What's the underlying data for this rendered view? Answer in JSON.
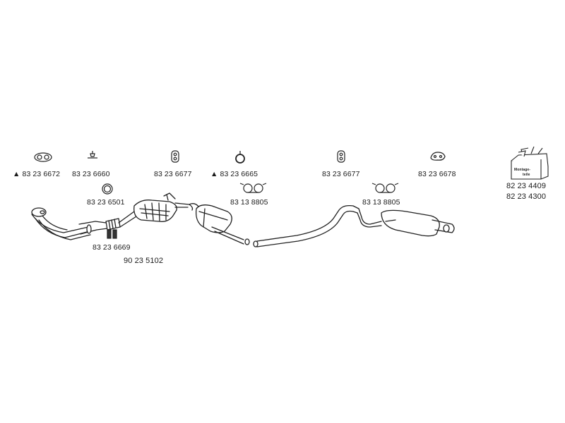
{
  "parts": {
    "gasket_top": {
      "number": "83 23 6672",
      "warning": "▲"
    },
    "bolt_top": {
      "number": "83 23 6660"
    },
    "hanger_a": {
      "number": "83 23 6677"
    },
    "ring_hanger": {
      "number": "83 23 6665",
      "warning": "▲"
    },
    "hanger_b": {
      "number": "83 23 6677"
    },
    "rubber_pad": {
      "number": "83 23 6678"
    },
    "seal_ring": {
      "number": "83 23 6501"
    },
    "clamp_a": {
      "number": "83 13 8805"
    },
    "clamp_b": {
      "number": "83 13 8805"
    },
    "bushings": {
      "number": "83 23 6669"
    },
    "exhaust_system": {
      "number": "90 23 5102"
    },
    "mounting_kit": {
      "number_1": "82 23 4409",
      "number_2": "82 23 4300",
      "box_label_1": "Montage-",
      "box_label_2": "teile"
    }
  }
}
